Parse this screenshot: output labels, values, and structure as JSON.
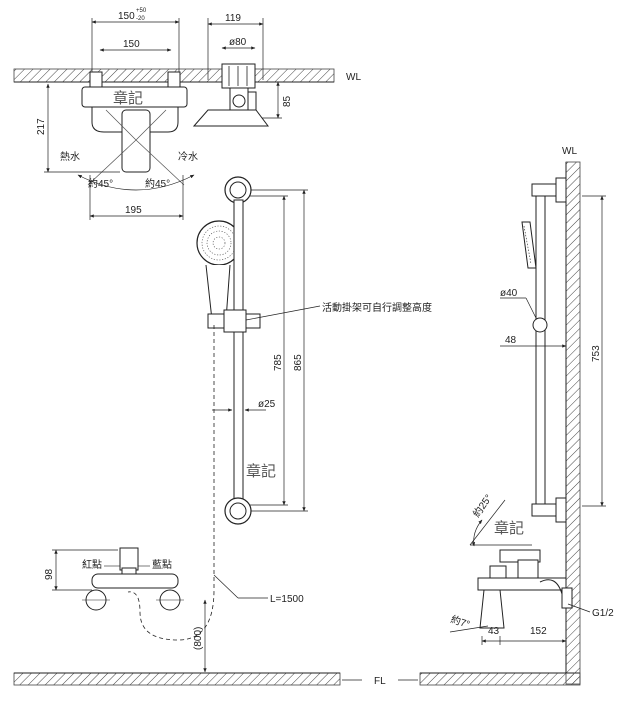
{
  "top_view": {
    "dim_150_var": "150",
    "dim_150_var_tol_plus": "+50",
    "dim_150_var_tol_minus": "-20",
    "dim_150": "150",
    "dim_119": "119",
    "dim_dia80": "ø80",
    "wl": "WL",
    "dim_85": "85",
    "dim_217": "217",
    "stamp": "章記",
    "hot": "熱水",
    "cold": "冷水",
    "angle_left": "約45°",
    "angle_right": "約45°",
    "dim_195": "195"
  },
  "front_view": {
    "slide_note": "活動掛架可自行調整高度",
    "dim_785": "785",
    "dim_865": "865",
    "dim_dia25": "ø25",
    "stamp": "章記",
    "red_dot": "紅點",
    "blue_dot": "藍點",
    "dim_98": "98",
    "hose_length": "L=1500",
    "dim_800": "(800)"
  },
  "side_view": {
    "wl": "WL",
    "dim_dia40": "ø40",
    "dim_48": "48",
    "dim_753": "753",
    "angle_25": "約25°",
    "stamp": "章記",
    "angle_7": "約7°",
    "dim_43": "43",
    "dim_152": "152",
    "thread": "G1/2"
  },
  "floor": {
    "fl": "FL"
  }
}
